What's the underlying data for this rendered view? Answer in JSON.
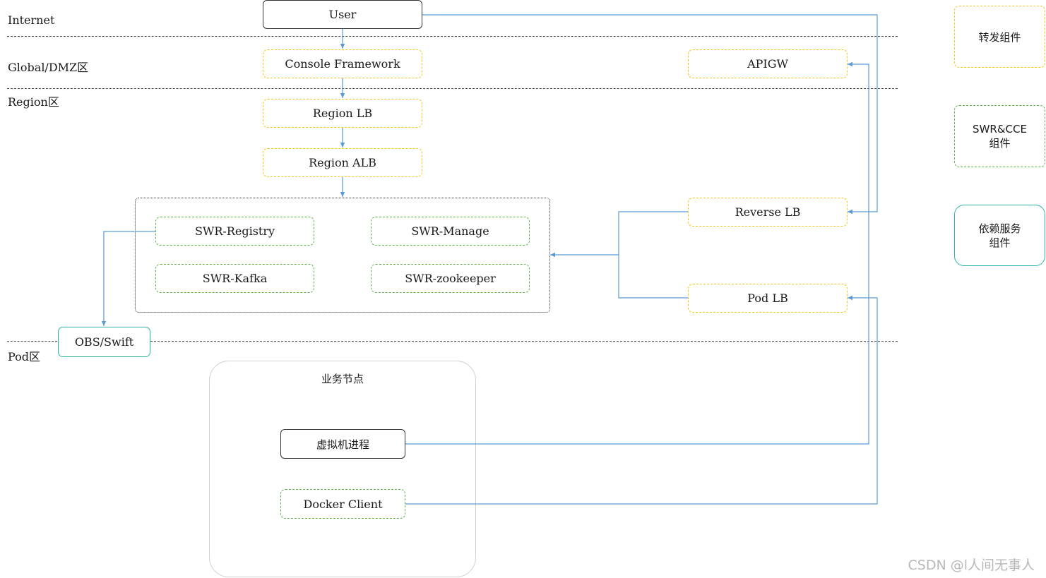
{
  "zones": {
    "internet": "Internet",
    "global": "Global/DMZ区",
    "region": "Region区",
    "pod": "Pod区"
  },
  "nodes": {
    "user": "User",
    "console": "Console Framework",
    "apigw": "APIGW",
    "region_lb": "Region LB",
    "region_alb": "Region ALB",
    "swr_registry": "SWR-Registry",
    "swr_manage": "SWR-Manage",
    "swr_kafka": "SWR-Kafka",
    "swr_zookeeper": "SWR-zookeeper",
    "reverse_lb": "Reverse LB",
    "pod_lb": "Pod LB",
    "obs_swift": "OBS/Swift",
    "vm_process": "虚拟机进程",
    "docker_client": "Docker Client"
  },
  "pod_group": {
    "title": "业务节点"
  },
  "legend": {
    "forwarding": "转发组件",
    "swr_cce_line1": "SWR&CCE",
    "swr_cce_line2": "组件",
    "dependency_line1": "依赖服务",
    "dependency_line2": "组件"
  },
  "colors": {
    "edge": "#5b9bd5",
    "forwarding_border": "#f5c518",
    "swr_border": "#5bb544",
    "dependency_border": "#2fb3a8"
  },
  "watermark": "CSDN @l人间无事人"
}
